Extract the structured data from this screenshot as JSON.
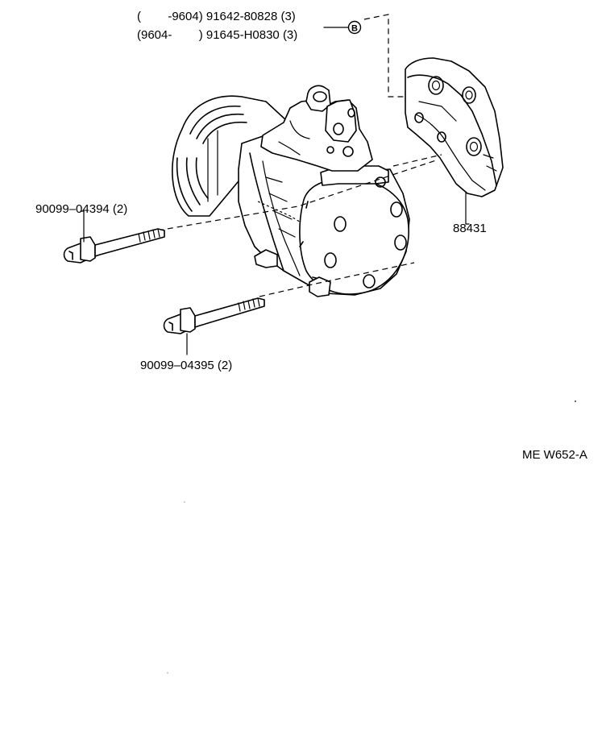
{
  "callouts": {
    "nut_line1": "(        -9604) 91642-80828 (3)",
    "nut_line2": "(9604-        ) 91645-H0830 (3)",
    "nut_symbol": "B",
    "bolt_upper": "90099–04394 (2)",
    "bolt_lower": "90099–04395 (2)",
    "bracket": "88431"
  },
  "diagram_code": "ME W652-A"
}
